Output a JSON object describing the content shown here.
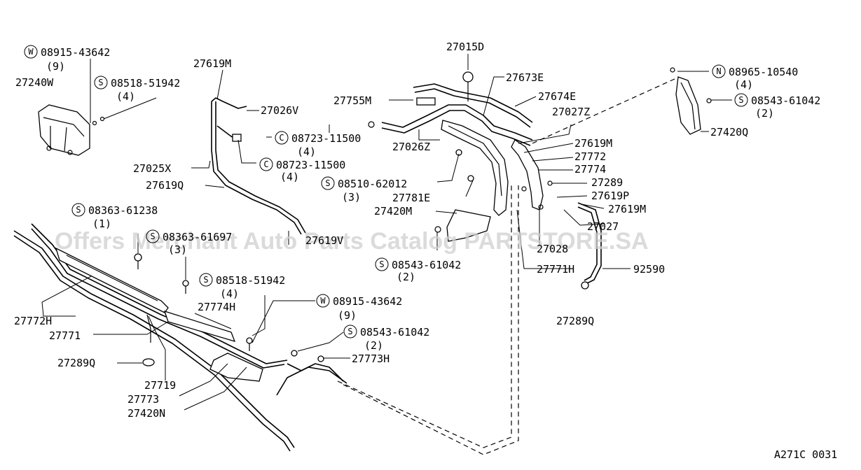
{
  "watermark": "Offers Merchant Auto Parts Catalog PARTSTORE.SA",
  "figure_code": "A271C 0031",
  "callouts": [
    {
      "id": "c1",
      "badge": "W",
      "text": "08915-43642"
    },
    {
      "id": "c1q",
      "text": "(9)"
    },
    {
      "id": "c2",
      "text": "27240W"
    },
    {
      "id": "c3",
      "badge": "S",
      "text": "08518-51942"
    },
    {
      "id": "c3q",
      "text": "(4)"
    },
    {
      "id": "c4",
      "text": "27619M"
    },
    {
      "id": "c5",
      "text": "27026V"
    },
    {
      "id": "c6",
      "text": "27015D"
    },
    {
      "id": "c7",
      "text": "27673E"
    },
    {
      "id": "c8",
      "text": "27755M"
    },
    {
      "id": "c9",
      "text": "27674E"
    },
    {
      "id": "c10",
      "text": "27027Z"
    },
    {
      "id": "c11",
      "badge": "C",
      "text": "08723-11500"
    },
    {
      "id": "c11q",
      "text": "(4)"
    },
    {
      "id": "c12",
      "text": "27026Z"
    },
    {
      "id": "c13",
      "text": "27619M"
    },
    {
      "id": "c14",
      "text": "27772"
    },
    {
      "id": "c15",
      "badge": "C",
      "text": "08723-11500"
    },
    {
      "id": "c15q",
      "text": "(4)"
    },
    {
      "id": "c16",
      "text": "27774"
    },
    {
      "id": "c17",
      "text": "27025X"
    },
    {
      "id": "c18",
      "text": "27619Q"
    },
    {
      "id": "c19",
      "badge": "S",
      "text": "08510-62012"
    },
    {
      "id": "c19q",
      "text": "(3)"
    },
    {
      "id": "c20",
      "text": "27289"
    },
    {
      "id": "c21",
      "text": "27781E"
    },
    {
      "id": "c22",
      "text": "27619P"
    },
    {
      "id": "c23",
      "text": "27420M"
    },
    {
      "id": "c24",
      "text": "27619M"
    },
    {
      "id": "c25",
      "badge": "S",
      "text": "08363-61238"
    },
    {
      "id": "c25q",
      "text": "(1)"
    },
    {
      "id": "c26",
      "text": "27027"
    },
    {
      "id": "c27",
      "badge": "S",
      "text": "08363-61697"
    },
    {
      "id": "c27q",
      "text": "(3)"
    },
    {
      "id": "c28",
      "text": "27619V"
    },
    {
      "id": "c29",
      "text": "27028"
    },
    {
      "id": "c30",
      "badge": "S",
      "text": "08543-61042"
    },
    {
      "id": "c30q",
      "text": "(2)"
    },
    {
      "id": "c31",
      "text": "27771H"
    },
    {
      "id": "c32",
      "text": "92590"
    },
    {
      "id": "c33",
      "badge": "S",
      "text": "08518-51942"
    },
    {
      "id": "c33q",
      "text": "(4)"
    },
    {
      "id": "c34",
      "text": "27774H"
    },
    {
      "id": "c35",
      "badge": "W",
      "text": "08915-43642"
    },
    {
      "id": "c35q",
      "text": "(9)"
    },
    {
      "id": "c36",
      "text": "27772H"
    },
    {
      "id": "c37",
      "text": "27289Q"
    },
    {
      "id": "c38",
      "text": "27771"
    },
    {
      "id": "c39",
      "badge": "S",
      "text": "08543-61042"
    },
    {
      "id": "c39q",
      "text": "(2)"
    },
    {
      "id": "c40",
      "text": "27289Q"
    },
    {
      "id": "c41",
      "text": "27773H"
    },
    {
      "id": "c42",
      "text": "27719"
    },
    {
      "id": "c43",
      "text": "27773"
    },
    {
      "id": "c44",
      "text": "27420N"
    },
    {
      "id": "c45",
      "badge": "N",
      "text": "08965-10540"
    },
    {
      "id": "c45q",
      "text": "(4)"
    },
    {
      "id": "c46",
      "badge": "S",
      "text": "08543-61042"
    },
    {
      "id": "c46q",
      "text": "(2)"
    },
    {
      "id": "c47",
      "text": "27420Q"
    }
  ]
}
